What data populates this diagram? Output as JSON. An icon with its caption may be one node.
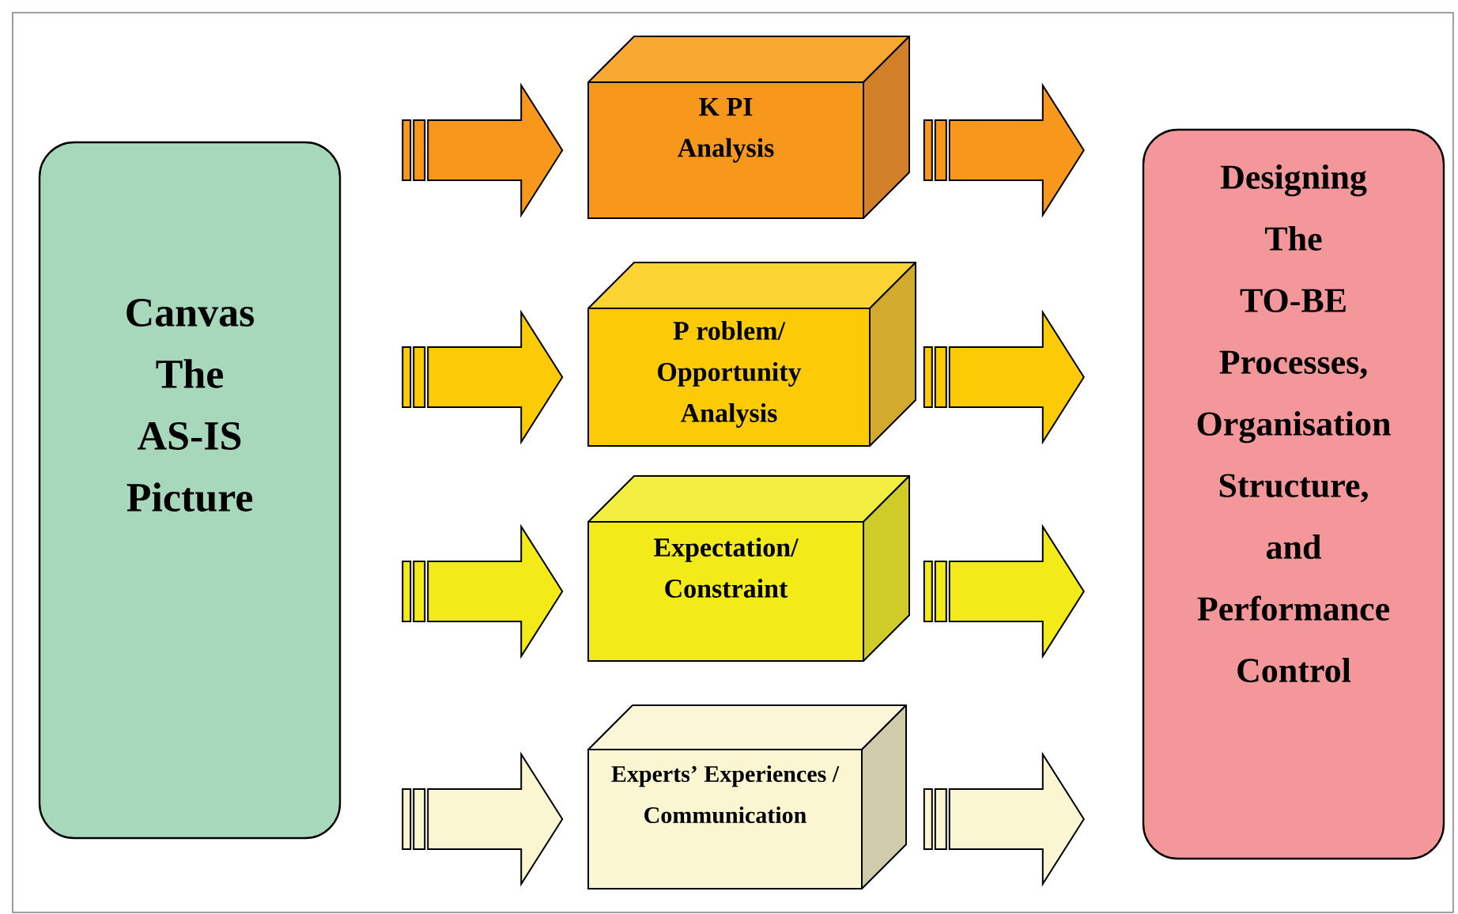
{
  "diagram": {
    "nodes": [
      {
        "text": [
          "Canvas The AS-IS Picture"
        ]
      },
      {
        "text": [
          "K PI Analysis"
        ]
      },
      {
        "text": [
          "P roblem/ Opportunity Analysis"
        ]
      },
      {
        "text": [
          "Expectation/ Constraint"
        ]
      },
      {
        "text": [
          "Experts’ Experiences / Communication"
        ]
      },
      {
        "text": [
          "Designing The TO-BE Processes, Organisation Structure, and Performance Control"
        ]
      }
    ],
    "edges": [
      {
        "from": 0,
        "to": 1,
        "arrow": "to",
        "color": "#f7981d"
      },
      {
        "from": 0,
        "to": 2,
        "arrow": "to",
        "color": "#fccb06"
      },
      {
        "from": 0,
        "to": 3,
        "arrow": "to",
        "color": "#f2ea19"
      },
      {
        "from": 0,
        "to": 4,
        "arrow": "to",
        "color": "#faf6d2"
      },
      {
        "from": 1,
        "to": 5,
        "arrow": "to",
        "color": "#f7981d"
      },
      {
        "from": 2,
        "to": 5,
        "arrow": "to",
        "color": "#fccb06"
      },
      {
        "from": 3,
        "to": 5,
        "arrow": "to",
        "color": "#f2ea19"
      },
      {
        "from": 4,
        "to": 5,
        "arrow": "to",
        "color": "#faf6d2"
      }
    ]
  }
}
